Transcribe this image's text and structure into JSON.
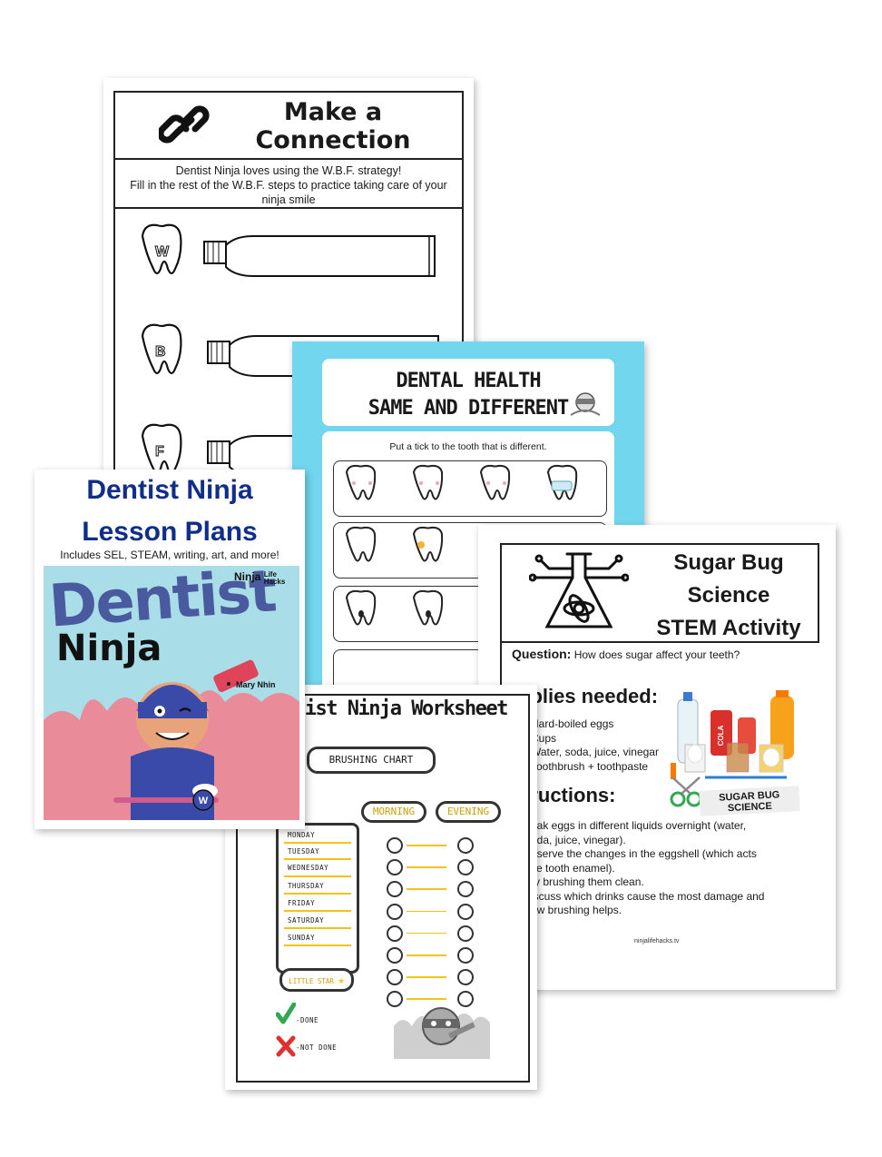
{
  "connection": {
    "title_line1": "Make a",
    "title_line2": "Connection",
    "instr_line1": "Dentist Ninja loves using the W.B.F. strategy!",
    "instr_line2": "Fill in the rest of the W.B.F. steps to practice taking care of your",
    "instr_line3": "ninja smile",
    "letters": [
      "W",
      "B",
      "F"
    ]
  },
  "dental_health": {
    "title_line1": "DENTAL HEALTH",
    "title_line2": "SAME AND DIFFERENT",
    "instruction": "Put a tick to the tooth that is different."
  },
  "sugar_bug": {
    "title_line1": "Sugar Bug",
    "title_line2": "Science",
    "title_line3": "STEM Activity",
    "question_label": "Question:",
    "question_text": "How does sugar affect your teeth?",
    "supplies_heading": "pplies needed:",
    "supplies": [
      "Hard-boiled eggs",
      "Cups",
      "Water, soda, juice, vinegar",
      "Toothbrush + toothpaste"
    ],
    "instructions_heading": "tructions:",
    "instructions": [
      "oak eggs in different liquids overnight (water,",
      "oda, juice, vinegar).",
      "bserve the changes in the eggshell (which acts",
      "ke tooth enamel).",
      "ry brushing them clean.",
      "iscuss which drinks cause the most damage and",
      "ow brushing helps."
    ],
    "photo_label_line1": "SUGAR BUG",
    "photo_label_line2": "SCIENCE",
    "cola_label": "COLA",
    "url": "ninjalifehacks.tv"
  },
  "worksheet": {
    "title": "tist Ninja Worksheet",
    "chart_label": "BRUSHING CHART",
    "morning": "MORNING",
    "evening": "EVENING",
    "days": [
      "MONDAY",
      "TUESDAY",
      "WEDNESDAY",
      "THURSDAY",
      "FRIDAY",
      "SATURDAY",
      "SUNDAY"
    ],
    "little_star": "LITTLE STAR",
    "done": "-DONE",
    "not_done": "-NOT DONE"
  },
  "lesson_plans": {
    "title_line1": "Dentist Ninja",
    "title_line2": "Lesson Plans",
    "subtitle": "Includes SEL, STEAM, writing, art, and more!",
    "cover_word1": "Dentist",
    "cover_word2": "Ninja",
    "brand_line1": "Ninja",
    "brand_line2": "Life",
    "brand_line3": "Hacks",
    "author": "Mary Nhin"
  },
  "colors": {
    "lesson_title": "#0f2d8a",
    "dental_bg": "#72d6ee",
    "cover_bg": "#a9dde7",
    "chart_yellow": "#f3c318",
    "done_green": "#2fa84f",
    "not_done_red": "#e03131"
  }
}
